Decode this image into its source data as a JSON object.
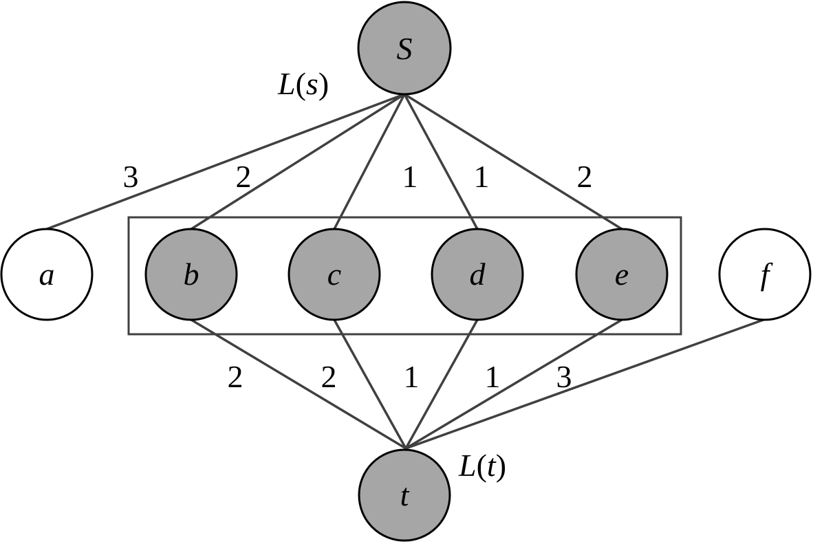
{
  "colors": {
    "highlighted_node_fill": "#a6a6a6",
    "plain_node_fill": "#ffffff",
    "edge_color": "#404040",
    "outline_color": "#000000"
  },
  "nodes": {
    "s": {
      "label": "S",
      "highlighted": true
    },
    "a": {
      "label": "a",
      "highlighted": false
    },
    "b": {
      "label": "b",
      "highlighted": true
    },
    "c": {
      "label": "c",
      "highlighted": true
    },
    "d": {
      "label": "d",
      "highlighted": true
    },
    "e": {
      "label": "e",
      "highlighted": true
    },
    "f": {
      "label": "f",
      "highlighted": false
    },
    "t": {
      "label": "t",
      "highlighted": true
    }
  },
  "edges": [
    {
      "from": "S",
      "to": "a",
      "weight": "3"
    },
    {
      "from": "S",
      "to": "b",
      "weight": "2"
    },
    {
      "from": "S",
      "to": "c",
      "weight": "1"
    },
    {
      "from": "S",
      "to": "d",
      "weight": "1"
    },
    {
      "from": "S",
      "to": "e",
      "weight": "2"
    },
    {
      "from": "b",
      "to": "t",
      "weight": "2"
    },
    {
      "from": "c",
      "to": "t",
      "weight": "2"
    },
    {
      "from": "d",
      "to": "t",
      "weight": "1"
    },
    {
      "from": "e",
      "to": "t",
      "weight": "1"
    },
    {
      "from": "f",
      "to": "t",
      "weight": "3"
    }
  ],
  "annotations": {
    "ls": {
      "name": "L",
      "open": "(",
      "var": "s",
      "close": ")"
    },
    "lt": {
      "name": "L",
      "open": "(",
      "var": "t",
      "close": ")"
    }
  }
}
